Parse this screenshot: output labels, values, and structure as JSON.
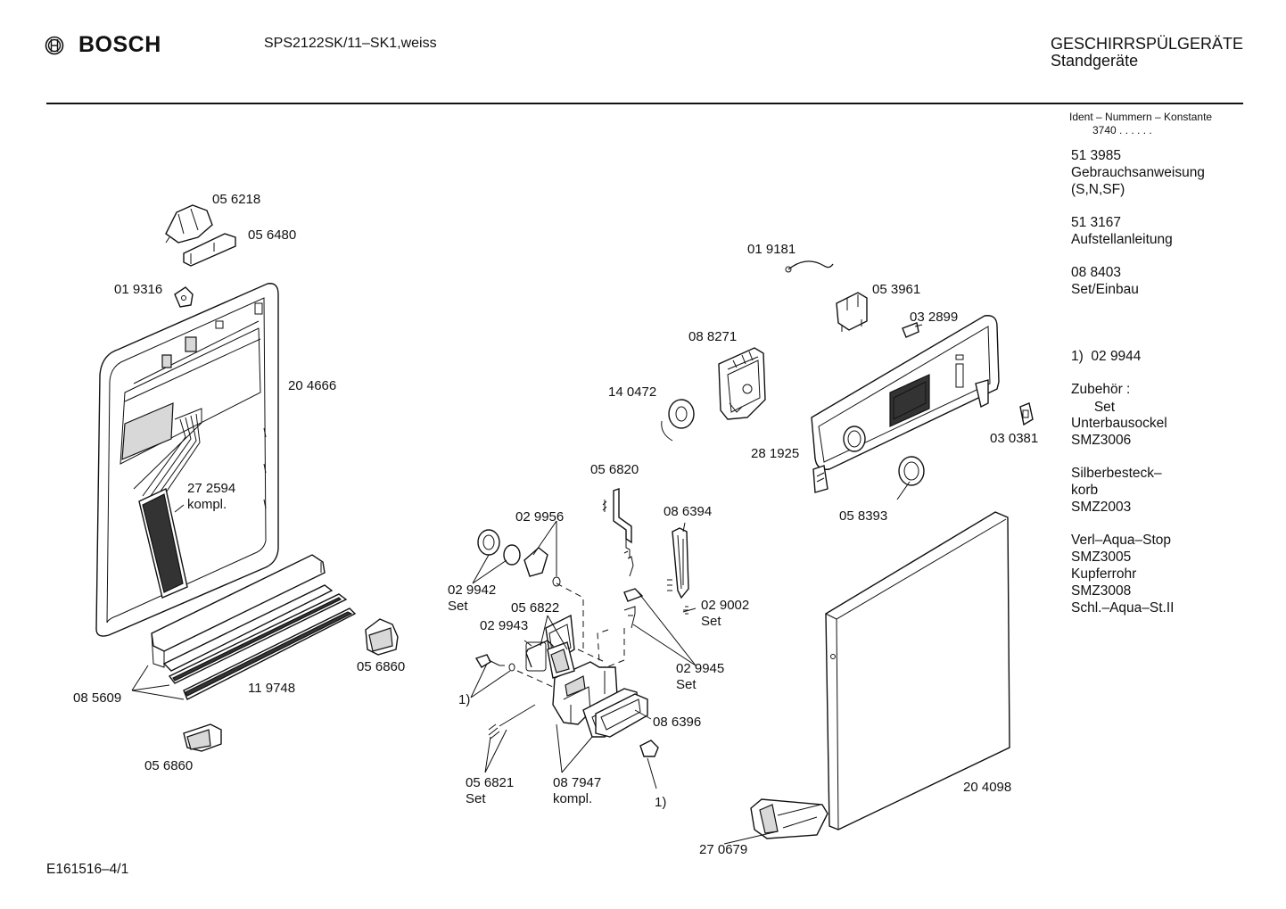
{
  "header": {
    "brand": "BOSCH",
    "model": "SPS2122SK/11–SK1,weiss",
    "category_line1": "GESCHIRRSPÜLGERÄTE",
    "category_line2": "Standgeräte"
  },
  "sidebar": {
    "ident_title": "Ident – Nummern – Konstante",
    "ident_value": "3740 . .   . . . .",
    "blocks": [
      {
        "lines": [
          "51 3985",
          "Gebrauchsanweisung",
          "(S,N,SF)"
        ]
      },
      {
        "lines": [
          "51 3167",
          "Aufstellanleitung"
        ]
      },
      {
        "lines": [
          "08 8403",
          "Set/Einbau"
        ]
      },
      {
        "lines": [
          "1)  02 9944",
          "      Set"
        ]
      },
      {
        "lines": [
          "Zubehör :"
        ]
      },
      {
        "lines": [
          "Unterbausockel",
          "SMZ3006"
        ]
      },
      {
        "lines": [
          "Silberbesteck–",
          "korb",
          "SMZ2003"
        ]
      },
      {
        "lines": [
          "Verl–Aqua–Stop",
          "SMZ3005",
          "Kupferrohr",
          "SMZ3008",
          "Schl.–Aqua–St.II"
        ]
      }
    ]
  },
  "labels": {
    "p056218": "05 6218",
    "p056480": "05 6480",
    "p019316": "01 9316",
    "p204666": "20 4666",
    "p272594": "27 2594",
    "p272594_sub": "kompl.",
    "p085609": "08 5609",
    "p119748": "11 9748",
    "p056860a": "05 6860",
    "p056860b": "05 6860",
    "p019181": "01 9181",
    "p053961": "05 3961",
    "p032899": "03 2899",
    "p088271": "08 8271",
    "p140472": "14 0472",
    "p281925": "28 1925",
    "p030381": "03 0381",
    "p058393": "05 8393",
    "p056820": "05 6820",
    "p086394": "08 6394",
    "p029956": "02 9956",
    "p029942": "02 9942",
    "p029942_sub": "Set",
    "p056822": "05 6822",
    "p029943": "02 9943",
    "p029002": "02 9002",
    "p029002_sub": "Set",
    "p029945": "02 9945",
    "p029945_sub": "Set",
    "p086396": "08 6396",
    "note1a": "1)",
    "note1b": "1)",
    "p056821": "05 6821",
    "p056821_sub": "Set",
    "p087947": "08 7947",
    "p087947_sub": "kompl.",
    "p204098": "20 4098",
    "p270679": "27 0679"
  },
  "footer": {
    "drawing_id": "E161516–4/1"
  }
}
